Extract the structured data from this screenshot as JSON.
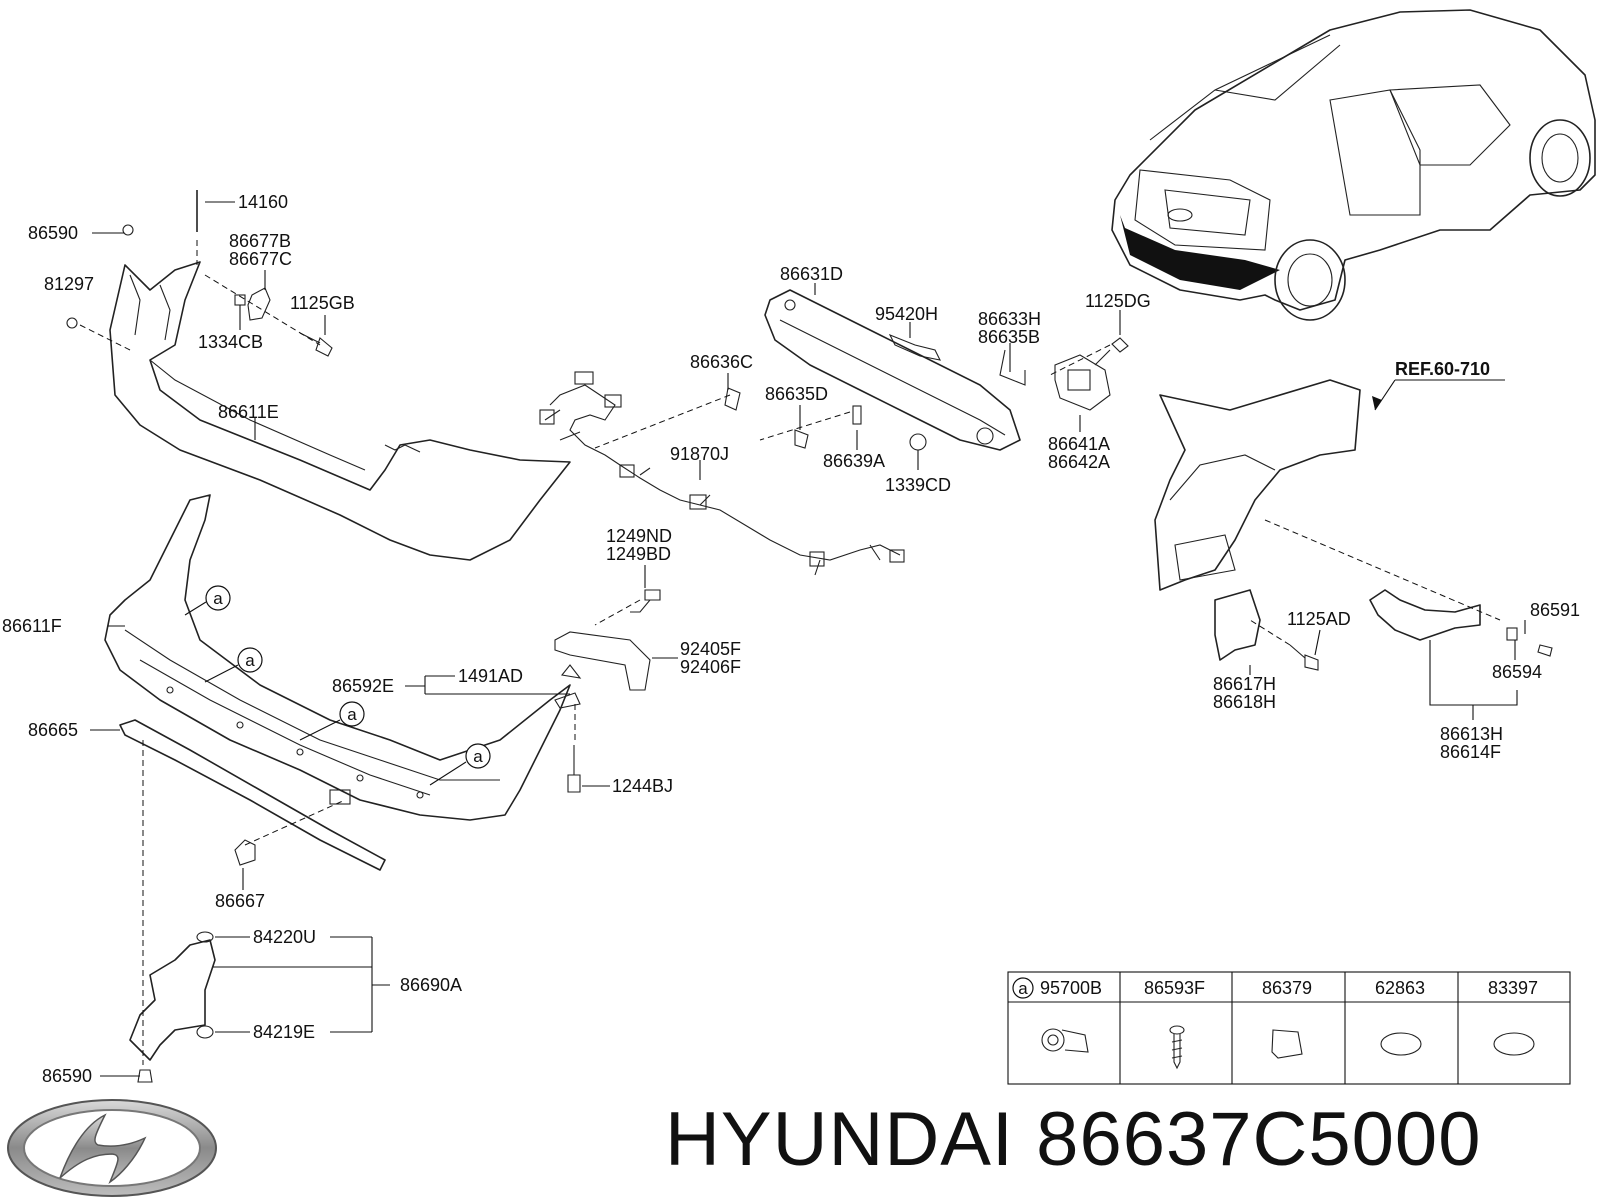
{
  "brand": "HYUNDAI",
  "part_number": "86637C5000",
  "ref_label": "REF.60-710",
  "callout_letter": "a",
  "labels": {
    "l14160": "14160",
    "l86590a": "86590",
    "l86677B": "86677B",
    "l86677C": "86677C",
    "l81297": "81297",
    "l1125GB": "1125GB",
    "l1334CB": "1334CB",
    "l86611E": "86611E",
    "l86631D": "86631D",
    "l95420H": "95420H",
    "l86633H": "86633H",
    "l86635B": "86635B",
    "l1125DG": "1125DG",
    "l86636C": "86636C",
    "l86635D": "86635D",
    "l91870J": "91870J",
    "l86639A": "86639A",
    "l1339CD": "1339CD",
    "l86641A": "86641A",
    "l86642A": "86642A",
    "l1249ND": "1249ND",
    "l1249BD": "1249BD",
    "l86611F": "86611F",
    "l92405F": "92405F",
    "l92406F": "92406F",
    "l86592E": "86592E",
    "l1491AD": "1491AD",
    "l86665": "86665",
    "l1244BJ": "1244BJ",
    "l86667": "86667",
    "l84220U": "84220U",
    "l86690A": "86690A",
    "l84219E": "84219E",
    "l86590b": "86590",
    "l86591": "86591",
    "l1125AD": "1125AD",
    "l86594": "86594",
    "l86617H": "86617H",
    "l86618H": "86618H",
    "l86613H": "86613H",
    "l86614F": "86614F"
  },
  "legend_table": {
    "columns": [
      "95700B",
      "86593F",
      "86379",
      "62863",
      "83397"
    ]
  }
}
